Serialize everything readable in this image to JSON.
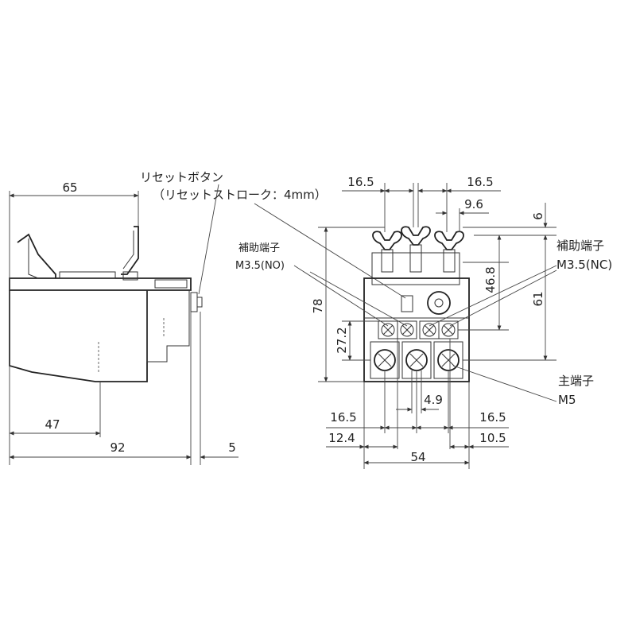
{
  "side_view": {
    "dim_65": "65",
    "dim_47": "47",
    "dim_92": "92",
    "dim_5": "5"
  },
  "reset_button": {
    "label": "リセットボタン",
    "stroke_note": "（リセットストローク：4mm）"
  },
  "front_view": {
    "dim_top_left": "16.5",
    "dim_top_right": "16.5",
    "dim_9_6": "9.6",
    "dim_6": "6",
    "dim_78": "78",
    "dim_27_2": "27.2",
    "dim_46_8": "46.8",
    "dim_61": "61",
    "dim_4_9": "4.9",
    "dim_bottom_left_16_5": "16.5",
    "dim_bottom_right_16_5": "16.5",
    "dim_12_4": "12.4",
    "dim_10_5": "10.5",
    "dim_54": "54"
  },
  "aux_terminal_no": {
    "label": "補助端子",
    "spec": "M3.5(NO)"
  },
  "aux_terminal_nc": {
    "label": "補助端子",
    "spec": "M3.5(NC)"
  },
  "main_terminal": {
    "label": "主端子",
    "spec": "M5"
  }
}
